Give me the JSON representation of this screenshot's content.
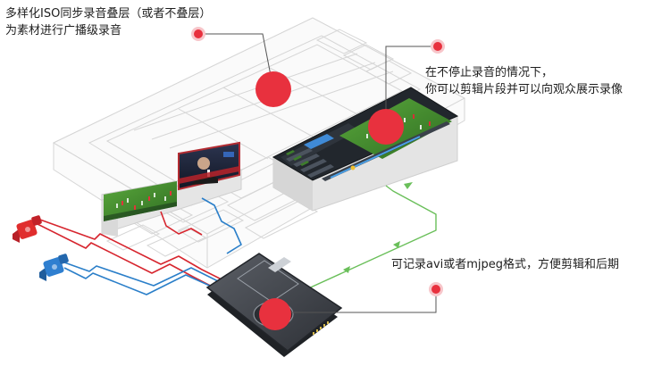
{
  "captions": {
    "layered": {
      "lines": [
        "多样化ISO同步录音叠层（或者不叠层）",
        "为素材进行广播级录音"
      ]
    },
    "clip": {
      "lines": [
        "在不停止录音的情况下，",
        "你可以剪辑片段并可以向观众展示录像"
      ]
    },
    "format": {
      "lines": [
        "可记录avi或者mjpeg格式，方便剪辑和后期"
      ]
    }
  },
  "colors": {
    "hotspot": "#e8313e",
    "hotspot_halo": "#f7c6ca",
    "camera_red": "#e02d2d",
    "camera_blue": "#2f7fd0",
    "line_red": "#d7262f",
    "line_blue": "#2b7fc9",
    "line_green": "#6abf5a",
    "guide_line": "#555555",
    "wireframe": "#d9d9d9",
    "screen_dark": "#1d2126",
    "field_green": "#3f8a2e"
  },
  "icons": {
    "camera_1": "video-camera-icon",
    "camera_2": "video-camera-icon",
    "storage": "hard-drive-icon"
  }
}
